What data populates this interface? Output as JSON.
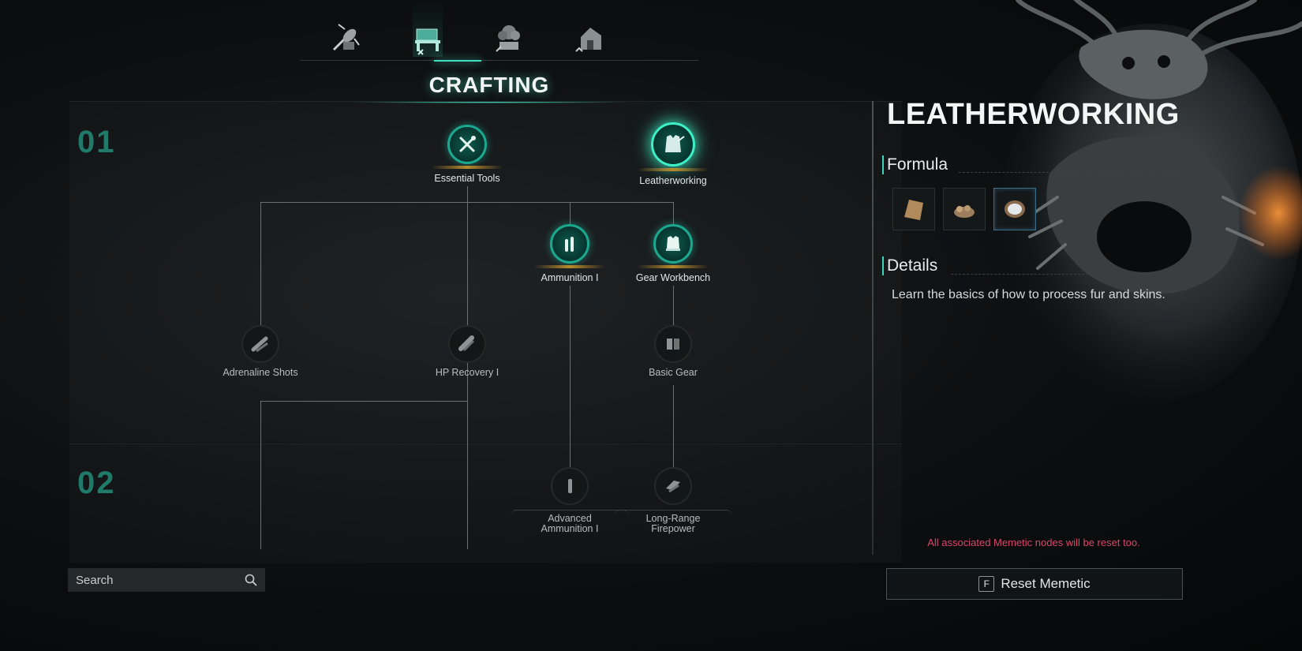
{
  "tabs": [
    {
      "name": "combat",
      "icon": "hornet-icon",
      "active": false
    },
    {
      "name": "crafting",
      "icon": "workbench-icon",
      "active": true
    },
    {
      "name": "farming",
      "icon": "plant-icon",
      "active": false
    },
    {
      "name": "building",
      "icon": "house-icon",
      "active": false
    }
  ],
  "section_title": "CRAFTING",
  "tiers": [
    "01",
    "02"
  ],
  "nodes": {
    "essential_tools": {
      "label": "Essential Tools",
      "state": "unlocked",
      "icon": "tools-icon"
    },
    "leatherworking": {
      "label": "Leatherworking",
      "state": "selected",
      "icon": "leather-vest-icon"
    },
    "ammunition_1": {
      "label": "Ammunition I",
      "state": "unlocked",
      "icon": "bullets-icon"
    },
    "gear_workbench": {
      "label": "Gear Workbench",
      "state": "unlocked",
      "icon": "gear-workbench-icon"
    },
    "adrenaline_shots": {
      "label": "Adrenaline Shots",
      "state": "locked",
      "icon": "syringe-icon"
    },
    "hp_recovery_1": {
      "label": "HP Recovery I",
      "state": "locked",
      "icon": "bandage-icon"
    },
    "basic_gear": {
      "label": "Basic Gear",
      "state": "locked",
      "icon": "armor-icon"
    },
    "advanced_ammo_1": {
      "label_line1": "Advanced",
      "label_line2": "Ammunition I",
      "state": "locked",
      "icon": "bullet-icon"
    },
    "long_range_firepower": {
      "label_line1": "Long-Range",
      "label_line2": "Firepower",
      "state": "locked",
      "icon": "rifle-parts-icon"
    }
  },
  "detail": {
    "title": "LEATHERWORKING",
    "formula_heading": "Formula",
    "formula_items": [
      {
        "icon": "leather-scrap-icon",
        "selected": false
      },
      {
        "icon": "fur-pile-icon",
        "selected": false
      },
      {
        "icon": "bowl-icon",
        "selected": true
      }
    ],
    "details_heading": "Details",
    "details_text": "Learn the basics of how to process fur and skins."
  },
  "warning": "All associated Memetic nodes will be reset too.",
  "reset": {
    "key": "F",
    "label": "Reset Memetic"
  },
  "search": {
    "placeholder": "Search"
  },
  "colors": {
    "accent": "#3ef0c8",
    "node_ring": "#1ba88e",
    "warning": "#d8466b",
    "tier_number": "#1f7a6a"
  }
}
